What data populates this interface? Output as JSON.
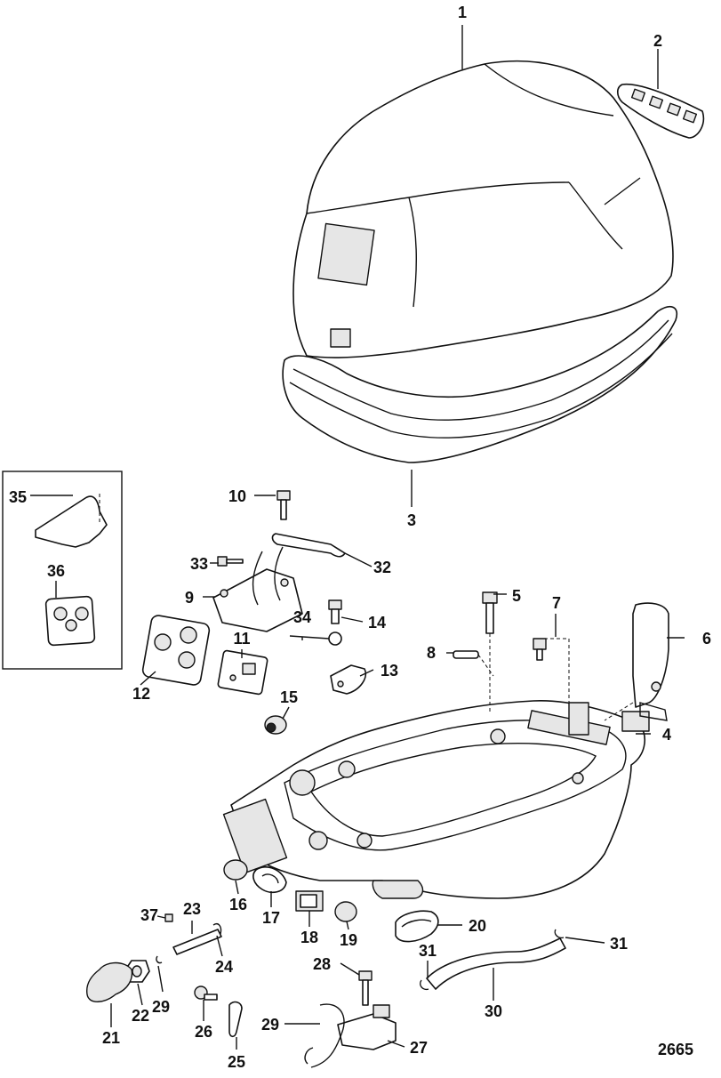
{
  "figure_number": "2665",
  "callouts": [
    "1",
    "2",
    "3",
    "4",
    "5",
    "6",
    "7",
    "8",
    "9",
    "10",
    "11",
    "12",
    "13",
    "14",
    "15",
    "16",
    "17",
    "18",
    "19",
    "20",
    "21",
    "22",
    "23",
    "24",
    "25",
    "26",
    "27",
    "28",
    "29",
    "29",
    "30",
    "31",
    "31",
    "32",
    "33",
    "34",
    "35",
    "36",
    "37"
  ]
}
